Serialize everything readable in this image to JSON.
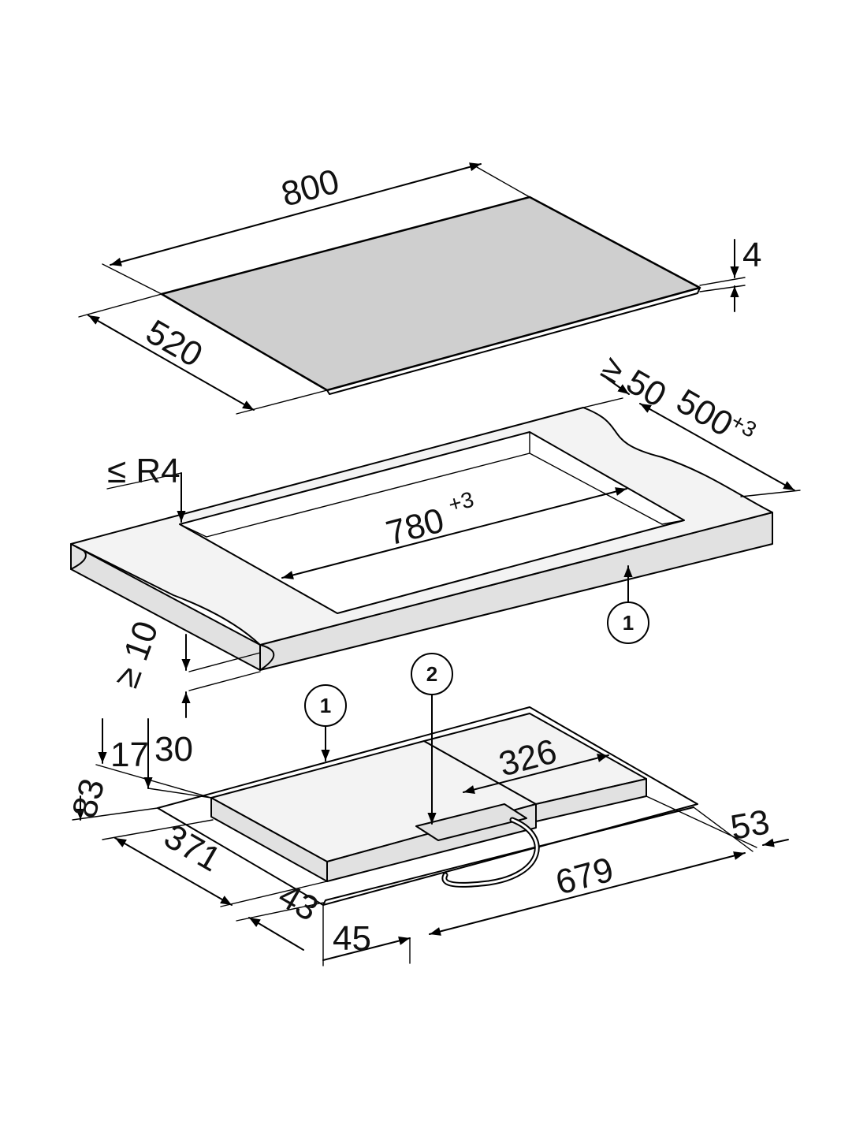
{
  "hob": {
    "width": "800",
    "depth": "520",
    "glass_thickness": "4"
  },
  "cutout": {
    "corner_radius": "≤ R4",
    "width": "780",
    "width_tolerance": "+3",
    "depth": "500",
    "depth_tolerance": "+3",
    "rear_clearance": "≥ 50",
    "worktop_min_thickness": "≥ 10"
  },
  "underside": {
    "d17": "17",
    "d30": "30",
    "d83": "83",
    "d371": "371",
    "d43": "43",
    "d45": "45",
    "d326": "326",
    "d679": "679",
    "d53": "53"
  },
  "callouts": {
    "worktop": "1",
    "hob_body": "1",
    "connection": "2"
  }
}
